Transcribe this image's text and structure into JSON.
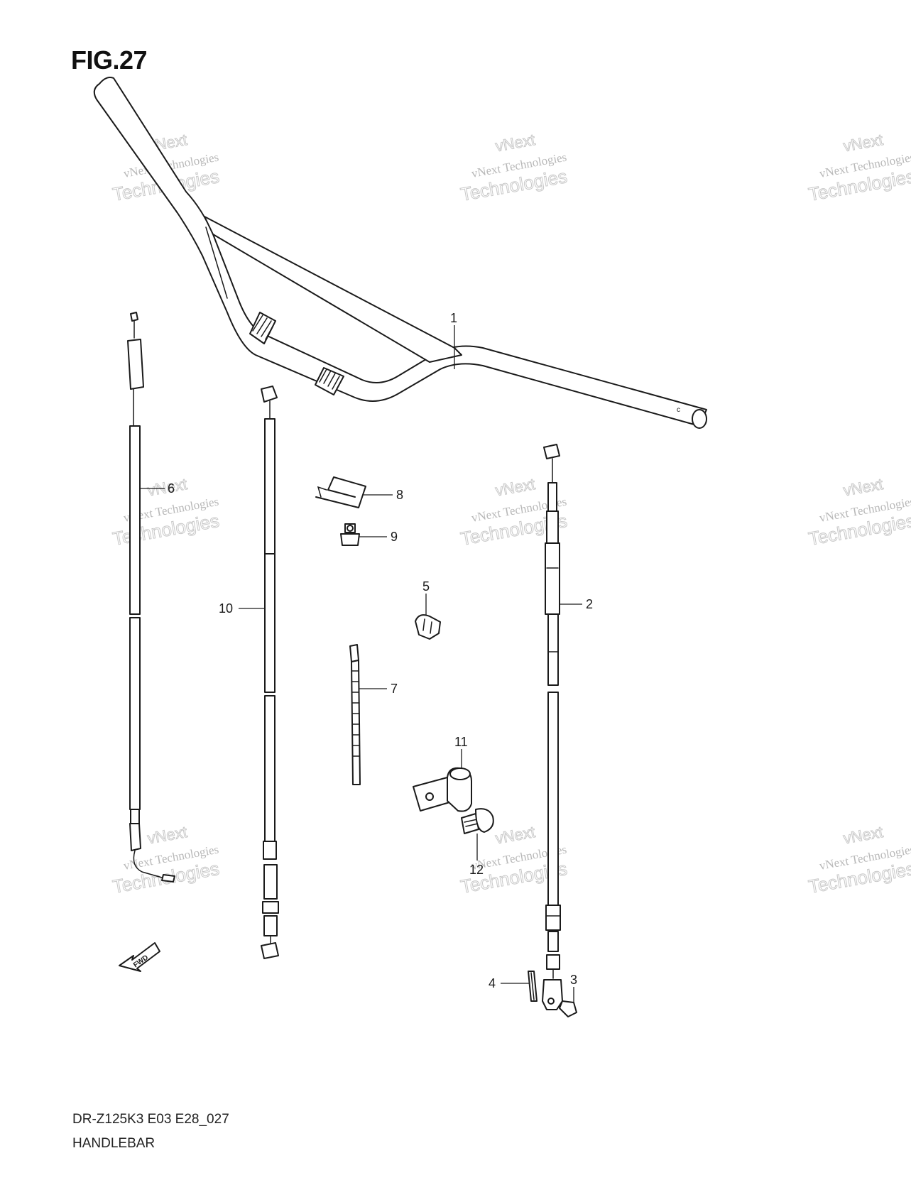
{
  "figure": {
    "title": "FIG.27",
    "model_code": "DR-Z125K3 E03 E28_027",
    "section_name": "HANDLEBAR"
  },
  "watermark": {
    "line1": "vNext Technologies",
    "line2": "Technologies",
    "line3": "vNext"
  },
  "direction_label": "FWD",
  "callouts": [
    {
      "id": "1",
      "label": "1"
    },
    {
      "id": "2",
      "label": "2"
    },
    {
      "id": "3",
      "label": "3"
    },
    {
      "id": "4",
      "label": "4"
    },
    {
      "id": "5",
      "label": "5"
    },
    {
      "id": "6",
      "label": "6"
    },
    {
      "id": "7",
      "label": "7"
    },
    {
      "id": "8",
      "label": "8"
    },
    {
      "id": "9",
      "label": "9"
    },
    {
      "id": "10",
      "label": "10"
    },
    {
      "id": "11",
      "label": "11"
    },
    {
      "id": "12",
      "label": "12"
    }
  ]
}
